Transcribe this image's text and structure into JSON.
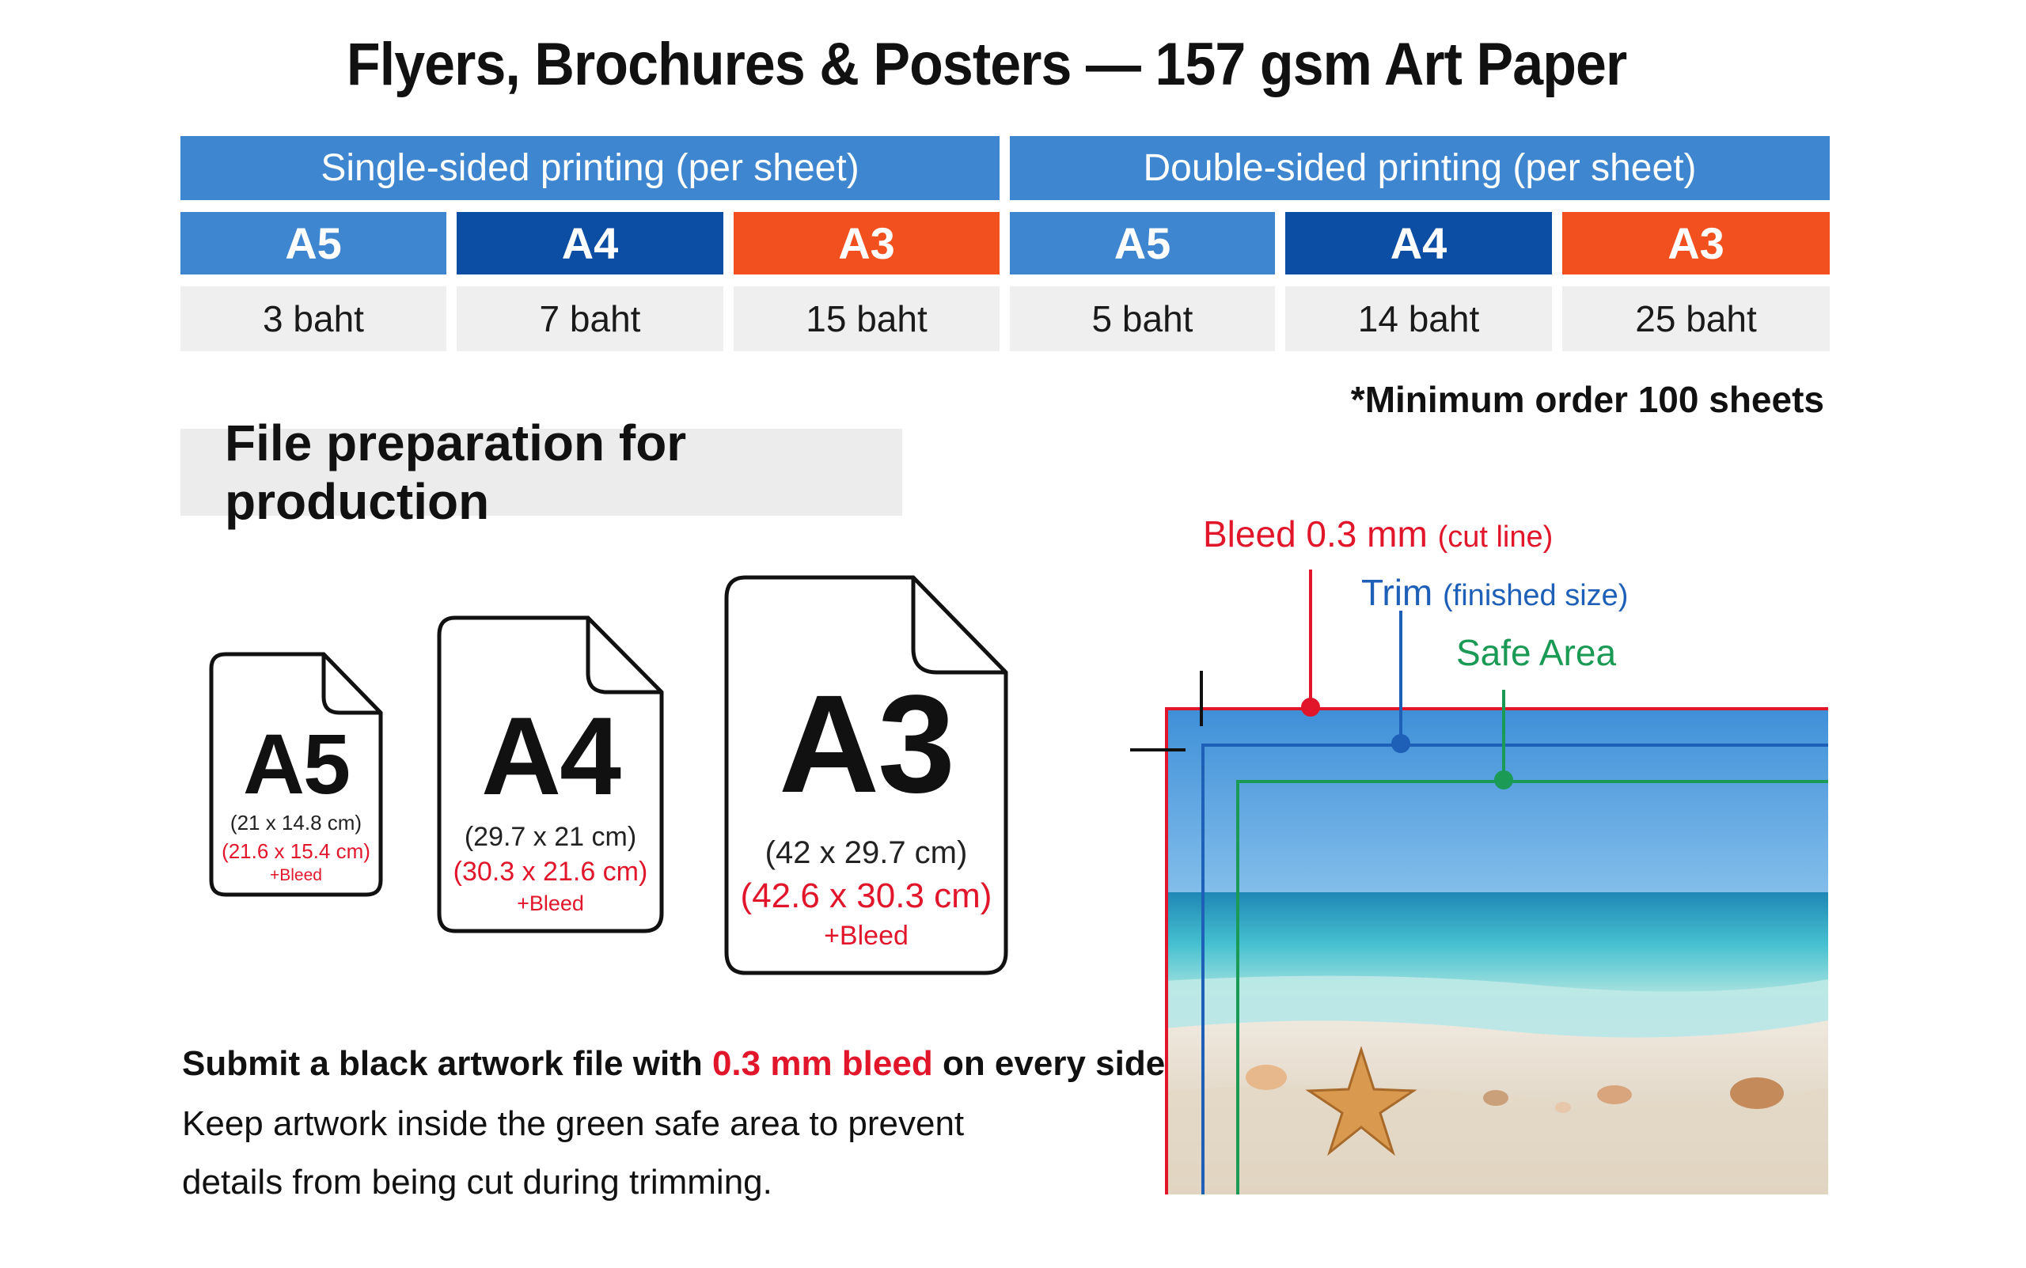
{
  "title": "Flyers, Brochures & Posters — 157 gsm Art Paper",
  "pricing": {
    "single_label": "Single-sided printing (per sheet)",
    "double_label": "Double-sided printing (per sheet)",
    "sizes": [
      "A5",
      "A4",
      "A3"
    ],
    "single_prices": [
      "3 baht",
      "7 baht",
      "15 baht"
    ],
    "double_prices": [
      "5 baht",
      "14 baht",
      "25 baht"
    ],
    "min_order_note": "*Minimum order 100 sheets"
  },
  "colors": {
    "A5": "#3f86d1",
    "A4": "#0c4ea3",
    "A3": "#f2511f",
    "bleed": "#e2162b",
    "trim": "#1e5fb8",
    "safe": "#1a9a55"
  },
  "file_prep": {
    "heading": "File preparation for production",
    "docs": [
      {
        "size": "A5",
        "dims": "(21 x 14.8 cm)",
        "bleed_dims": "(21.6 x 15.4 cm)",
        "bleed_label": "+Bleed"
      },
      {
        "size": "A4",
        "dims": "(29.7 x 21 cm)",
        "bleed_dims": "(30.3 x 21.6 cm)",
        "bleed_label": "+Bleed"
      },
      {
        "size": "A3",
        "dims": "(42 x 29.7 cm)",
        "bleed_dims": "(42.6 x 30.3 cm)",
        "bleed_label": "+Bleed"
      }
    ],
    "instruction_part1": "Submit a black artwork file with ",
    "instruction_highlight": "0.3 mm bleed",
    "instruction_part2": " on every side.",
    "instruction_line2": "Keep artwork inside the green safe area to prevent",
    "instruction_line3": "details from being cut during trimming."
  },
  "diagram": {
    "bleed_label": "Bleed 0.3 mm",
    "bleed_sub": "(cut line)",
    "trim_label": "Trim",
    "trim_sub": "(finished size)",
    "safe_label": "Safe Area"
  }
}
